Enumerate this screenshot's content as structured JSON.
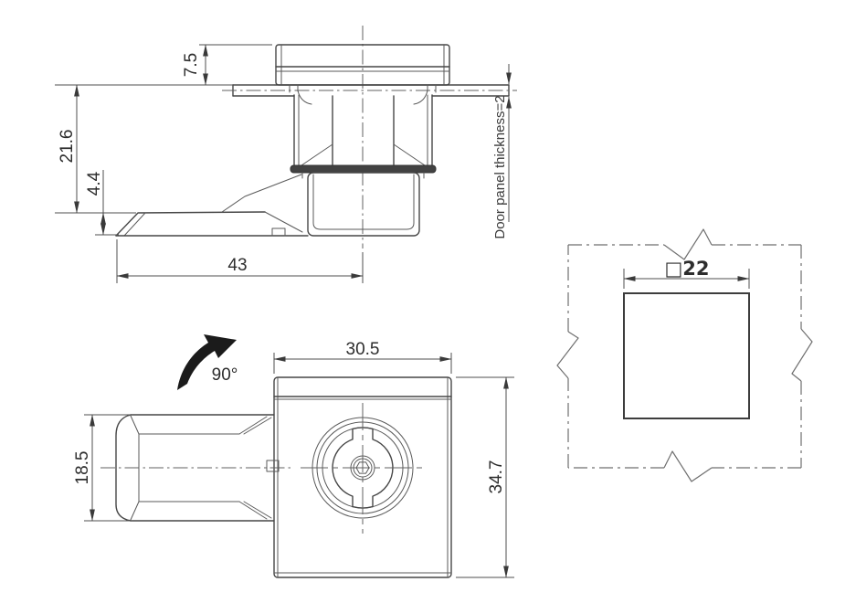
{
  "colors": {
    "line": "#4a4a4a",
    "text": "#2d2d2d",
    "background": "#ffffff",
    "dark_fill": "#424242"
  },
  "side_view": {
    "head_height": "7.5",
    "grip_length": "21.6",
    "cam_thickness": "4.4",
    "cam_length": "43",
    "panel_note": "Door panel thickness=2"
  },
  "front_view": {
    "body_width": "30.5",
    "body_height": "34.7",
    "cam_width": "18.5",
    "rotation": "90°"
  },
  "cutout_view": {
    "square_size": "□22"
  },
  "icons": {
    "rotation_arrow": "curved-arrow-up-right"
  }
}
